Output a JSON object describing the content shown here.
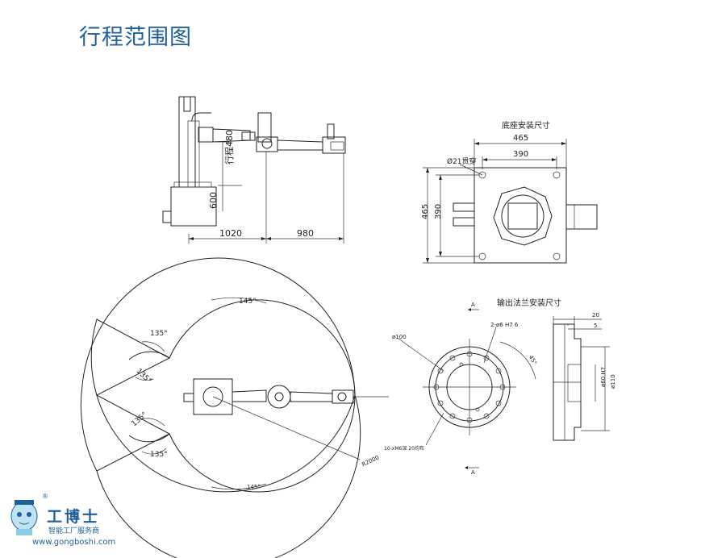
{
  "title": "行程范围图",
  "side_view": {
    "stroke_label": "行程480",
    "height_label": "600",
    "dim_left": "1020",
    "dim_right": "980"
  },
  "base_view": {
    "title": "底座安装尺寸",
    "width_outer": "465",
    "width_inner": "390",
    "height_outer": "465",
    "height_inner": "390",
    "hole_label": "Ø21贯穿"
  },
  "flange_view": {
    "title": "输出法兰安装尺寸",
    "dia_label": "ø100",
    "pin_label": "2-ø6 H7 6",
    "thread_label": "10-xM6深 20均布",
    "angle_label": "45°",
    "dim_20": "20",
    "dim_5": "5",
    "dia_110": "ø110",
    "dia_60": "ø60 H7",
    "section_marker_a": "A",
    "section_marker_b": "A"
  },
  "workspace": {
    "angle_top": "145°",
    "angle_bottom": "145°",
    "angle_135_a": "135°",
    "angle_135_b": "135°",
    "angle_135_c": "135°",
    "angle_135_d": "135°",
    "radius_label": "R2000"
  },
  "logo": {
    "name": "工博士",
    "subtitle": "智能工厂服务商",
    "url": "www.gongboshi.com",
    "reg": "®"
  },
  "colors": {
    "brand_blue": "#1f5f9a",
    "line": "#222222"
  }
}
